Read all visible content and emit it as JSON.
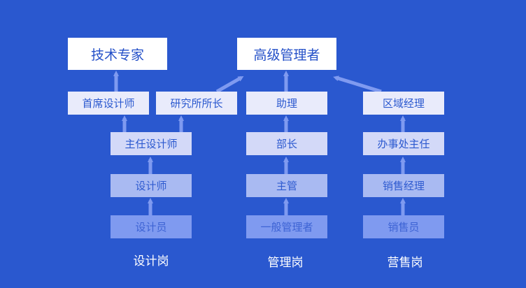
{
  "colors": {
    "background": "#2a58cf",
    "top_box": "#ffffff",
    "text": "#2a58cf",
    "arrow": "#7f9af0",
    "column_label": "#ffffff"
  },
  "top": {
    "tech_expert": "技术专家",
    "senior_manager": "高级管理者"
  },
  "design": {
    "chief_designer": "首席设计师",
    "research_director": "研究所所长",
    "lead_designer": "主任设计师",
    "designer": "设计师",
    "design_staff": "设计员",
    "column_label": "设计岗"
  },
  "management": {
    "assistant": "助理",
    "minister": "部长",
    "supervisor": "主管",
    "general_manager": "一般管理者",
    "column_label": "管理岗"
  },
  "sales": {
    "regional_manager": "区域经理",
    "office_director": "办事处主任",
    "sales_manager": "销售经理",
    "sales_staff": "销售员",
    "column_label": "营售岗"
  }
}
